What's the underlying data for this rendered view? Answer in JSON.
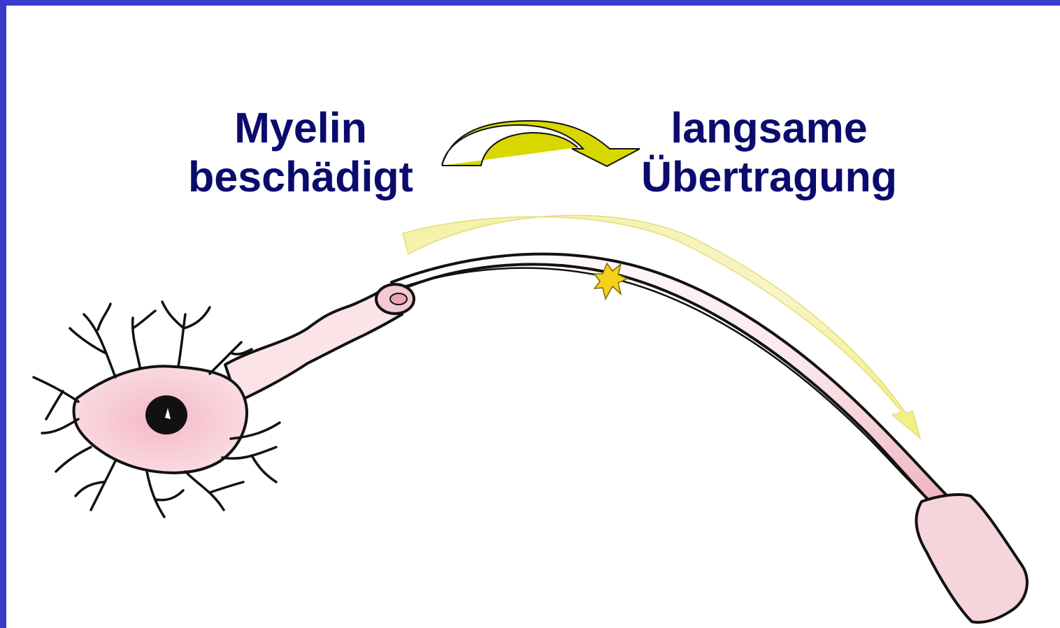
{
  "labels": {
    "cause_line1": "Myelin",
    "cause_line2": "beschädigt",
    "effect_line1": "langsame",
    "effect_line2": "Übertragung"
  },
  "colors": {
    "frame": "#3a3acc",
    "text": "#0b0b6e",
    "arrow_fill": "#d8d800",
    "cell_fill": "#f3c9d3",
    "outline": "#111111",
    "spark": "#f5d11b"
  },
  "icons": {
    "curved_arrow": "curved-arrow-icon",
    "signal_arrow": "signal-arrow-icon",
    "damage_spark": "spark-icon"
  }
}
